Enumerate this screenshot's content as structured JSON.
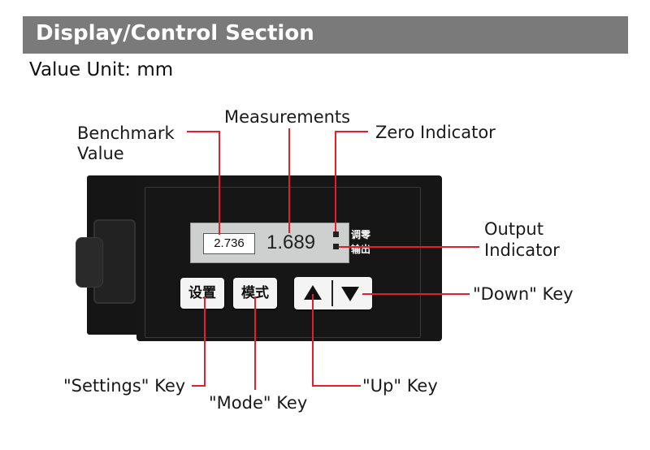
{
  "header": {
    "title": "Display/Control Section"
  },
  "unit_text": "Value Unit: mm",
  "display": {
    "benchmark_value": "2.736",
    "measurement_value": "1.689",
    "zero_indicator_text": "调零",
    "output_indicator_text": "输出"
  },
  "keys": {
    "settings_key_text": "设置",
    "mode_key_text": "模式"
  },
  "labels": {
    "benchmark_line1": "Benchmark",
    "benchmark_line2": "Value",
    "measurements": "Measurements",
    "zero_indicator": "Zero Indicator",
    "output_line1": "Output",
    "output_line2": "Indicator",
    "down_key": "\"Down\" Key",
    "settings_key": "\"Settings\" Key",
    "mode_key": "\"Mode\" Key",
    "up_key": "\"Up\" Key"
  },
  "colors": {
    "header_bg": "#7a7a7a",
    "callout_line": "#e0202a",
    "device_body": "#161616",
    "lcd_bg": "#cdd0ce"
  }
}
